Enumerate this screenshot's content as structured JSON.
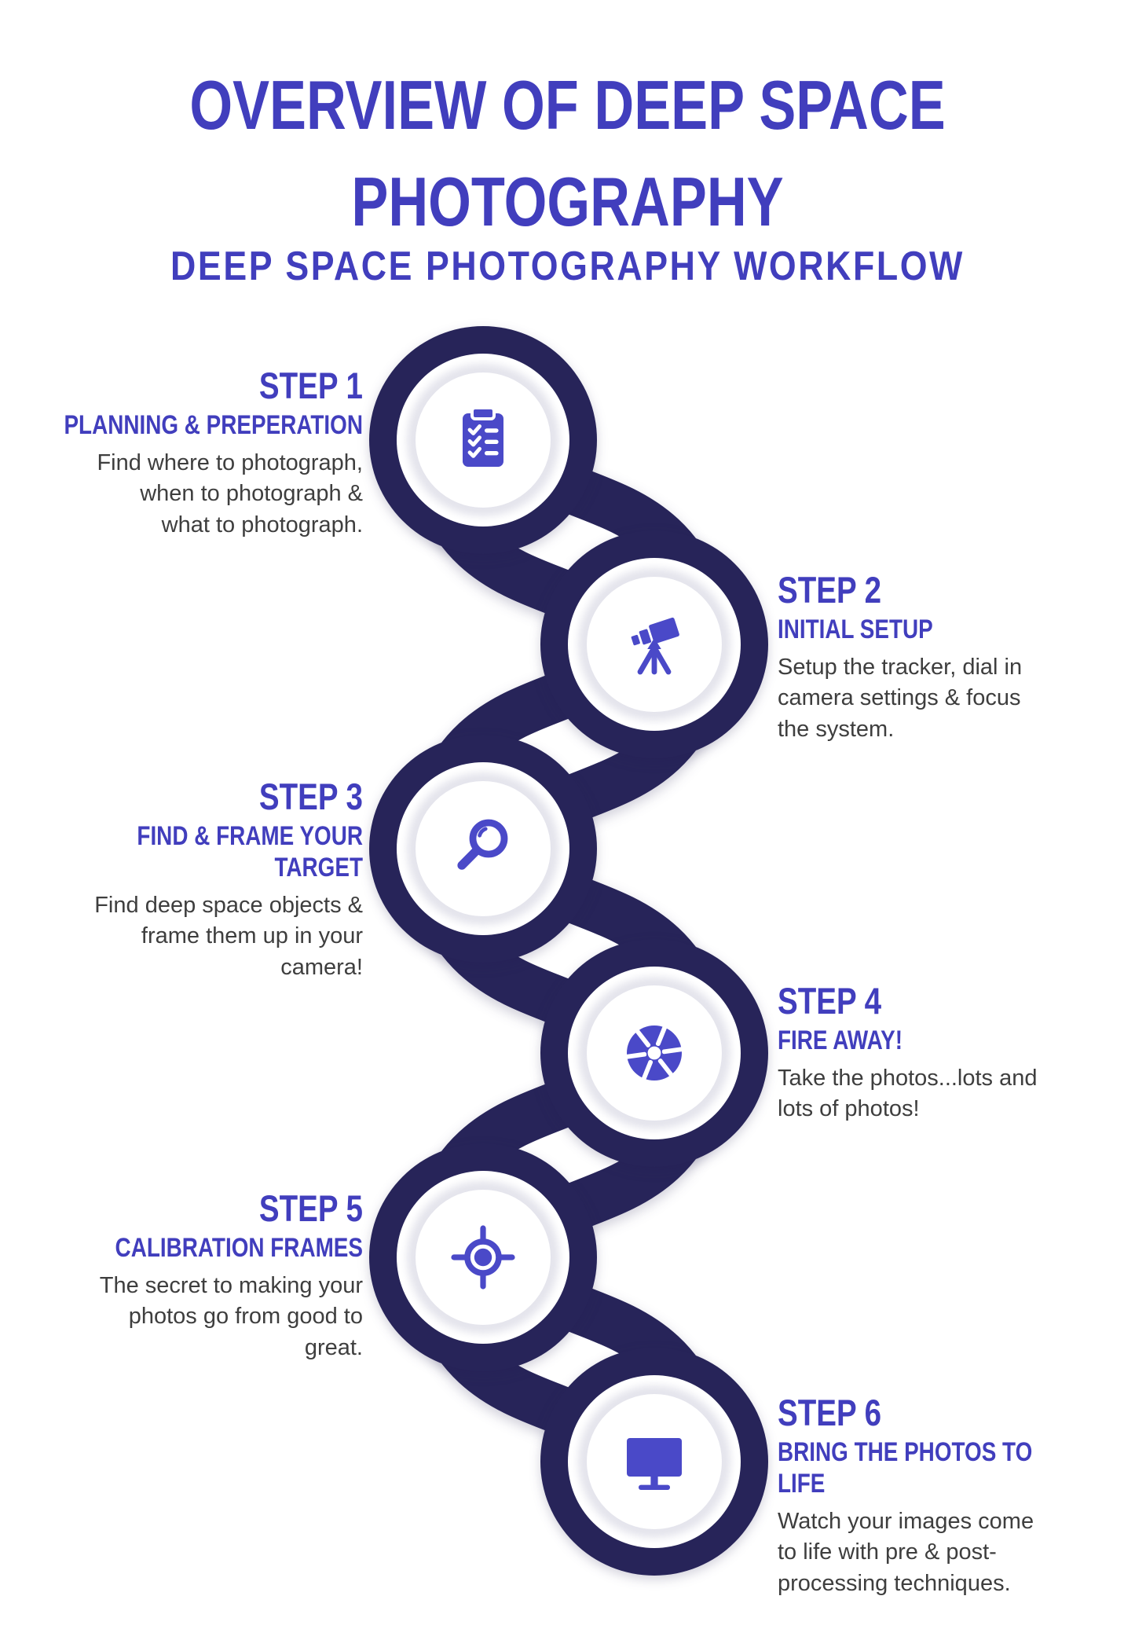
{
  "page": {
    "title": "OVERVIEW OF DEEP SPACE\nPHOTOGRAPHY",
    "subtitle": "DEEP SPACE PHOTOGRAPHY WORKFLOW"
  },
  "colors": {
    "accent": "#413ebd",
    "icon": "#4a49c8",
    "navy": "#272459",
    "body_text": "#3e3e3e"
  },
  "steps": [
    {
      "label": "STEP 1",
      "heading": "PLANNING & PREPERATION",
      "description": "Find where to photograph,\nwhen to photograph &\nwhat to photograph.",
      "icon": "clipboard-checklist-icon",
      "side": "left"
    },
    {
      "label": "STEP 2",
      "heading": "INITIAL SETUP",
      "description": "Setup the tracker, dial in\ncamera settings & focus\nthe system.",
      "icon": "telescope-icon",
      "side": "right"
    },
    {
      "label": "STEP 3",
      "heading": "FIND & FRAME YOUR\nTARGET",
      "description": "Find deep space objects &\nframe them up in your\ncamera!",
      "icon": "magnifying-glass-icon",
      "side": "left"
    },
    {
      "label": "STEP 4",
      "heading": "FIRE AWAY!",
      "description": "Take the photos...lots and\nlots of photos!",
      "icon": "aperture-icon",
      "side": "right"
    },
    {
      "label": "STEP 5",
      "heading": "CALIBRATION FRAMES",
      "description": "The secret to making your\nphotos go from good to\ngreat.",
      "icon": "crosshair-target-icon",
      "side": "left"
    },
    {
      "label": "STEP 6",
      "heading": "BRING THE PHOTOS TO LIFE",
      "description": "Watch your images come\nto life with pre & post-\nprocessing techniques.",
      "icon": "monitor-icon",
      "side": "right"
    }
  ]
}
